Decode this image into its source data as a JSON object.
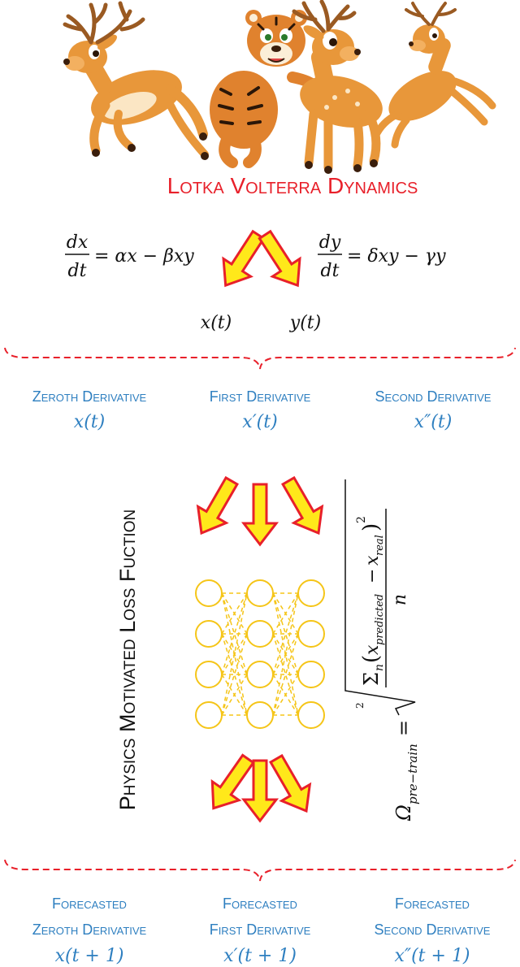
{
  "title": "Lotka Volterra Dynamics",
  "equations": {
    "eq1_num": "dx",
    "eq1_den": "dt",
    "eq1_rhs": "= αx − βxy",
    "eq2_num": "dy",
    "eq2_den": "dt",
    "eq2_rhs": "= δxy − γy",
    "x_of_t": "x(t)",
    "y_of_t": "y(t)"
  },
  "derivatives": [
    {
      "label": "Zeroth Derivative",
      "expr": "x(t)"
    },
    {
      "label": "First Derivative",
      "expr": "x′(t)"
    },
    {
      "label": "Second Derivative",
      "expr": "x″(t)"
    }
  ],
  "loss": {
    "vertical_label": "Physics Motivated Loss Fuction",
    "omega": "Ω",
    "omega_sub": "pre−train",
    "equals": "=",
    "root_index": "2",
    "sigma": "Σ",
    "sigma_sub": "n",
    "x_pred": "x",
    "x_pred_sub": "predicted",
    "minus": "−",
    "x_real": "x",
    "x_real_sub": "real",
    "square": "2",
    "denominator": "n"
  },
  "forecasts": [
    {
      "line1": "Forecasted",
      "line2": "Zeroth Derivative",
      "expr": "x(t + 1)"
    },
    {
      "line1": "Forecasted",
      "line2": "First Derivative",
      "expr": "x′(t + 1)"
    },
    {
      "line1": "Forecasted",
      "line2": "Second Derivative",
      "expr": "x″(t + 1)"
    }
  ],
  "colors": {
    "title": "#e8202a",
    "label_blue": "#2e7fc0",
    "arrow_fill": "#ffe81a",
    "arrow_stroke": "#e8202a",
    "brace": "#e8202a",
    "network": "#f5c518"
  }
}
